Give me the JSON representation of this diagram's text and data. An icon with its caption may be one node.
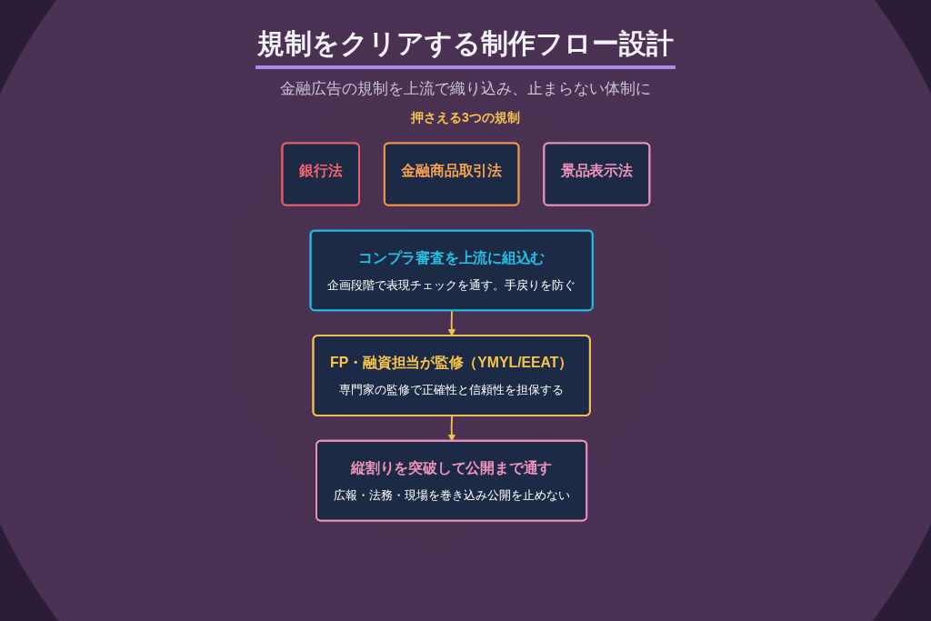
{
  "diagram": {
    "title": "規制をクリアする制作フロー設計",
    "nodes": [
      {
        "text": [
          "銀行法"
        ]
      },
      {
        "text": [
          "金融商品取引法"
        ]
      },
      {
        "text": [
          "景品表示法"
        ]
      },
      {
        "text": [
          "コンプラ審査を上流に組込む",
          "企画段階で表現チェックを通す。手戻りを防ぐ"
        ]
      },
      {
        "text": [
          "FP・融資担当が監修（YMYL/EEAT）",
          "専門家の監修で正確性と信頼性を担保する"
        ]
      },
      {
        "text": [
          "縦割りを突破して公開まで通す",
          "広報・法務・現場を巻き込み公開を止めない"
        ]
      }
    ],
    "edges": [
      {
        "from": 3,
        "to": 4,
        "arrow": "to"
      },
      {
        "from": 4,
        "to": 5,
        "arrow": "to"
      }
    ],
    "labels": [
      "金融広告の規制を上流で織り込み、止まらない体制に",
      "押さえる3つの規制"
    ]
  }
}
